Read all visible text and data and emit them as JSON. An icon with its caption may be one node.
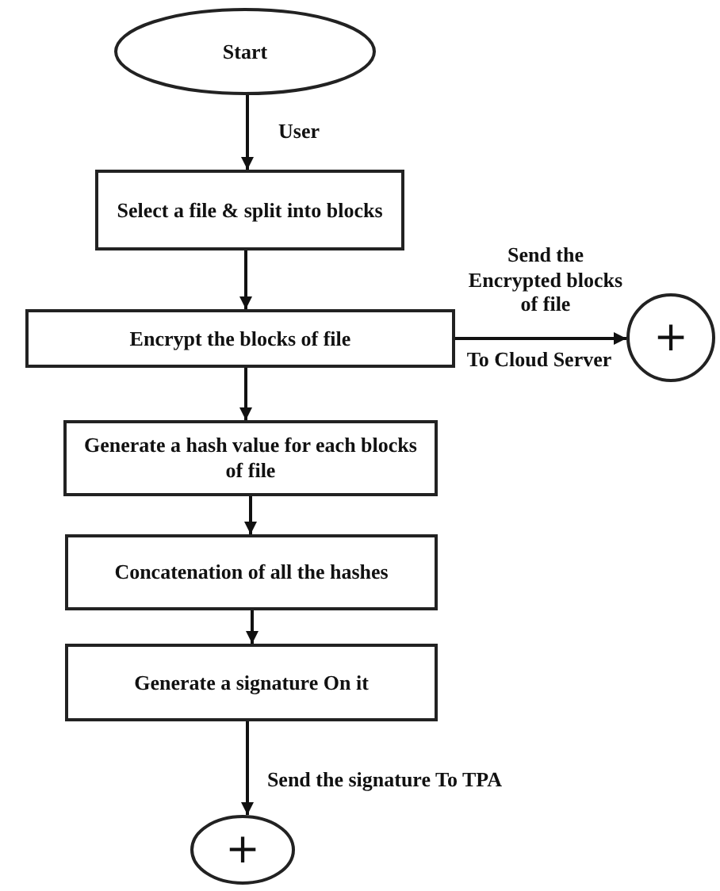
{
  "diagram": {
    "nodes": [
      {
        "text": [
          "Start"
        ]
      },
      {
        "text": [
          "Select a file & split into blocks"
        ]
      },
      {
        "text": [
          "Encrypt the blocks of file"
        ]
      },
      {
        "text": [
          "+"
        ]
      },
      {
        "text": [
          "Generate a hash value for each blocks of file"
        ]
      },
      {
        "text": [
          "Concatenation of all the hashes"
        ]
      },
      {
        "text": [
          "Generate a signature On it"
        ]
      },
      {
        "text": [
          "+"
        ]
      }
    ],
    "edges": [
      {
        "from": 0,
        "to": 1,
        "arrow": "to",
        "label": "User"
      },
      {
        "from": 1,
        "to": 2,
        "arrow": "to"
      },
      {
        "from": 2,
        "to": 3,
        "arrow": "to",
        "label": "Send the Encrypted blocks of file"
      },
      {
        "from": 2,
        "to": 4,
        "arrow": "to"
      },
      {
        "from": 4,
        "to": 5,
        "arrow": "to"
      },
      {
        "from": 5,
        "to": 6,
        "arrow": "to"
      },
      {
        "from": 6,
        "to": 7,
        "arrow": "to",
        "label": "Send the signature To TPA"
      }
    ],
    "labels": [
      "To Cloud Server"
    ]
  }
}
